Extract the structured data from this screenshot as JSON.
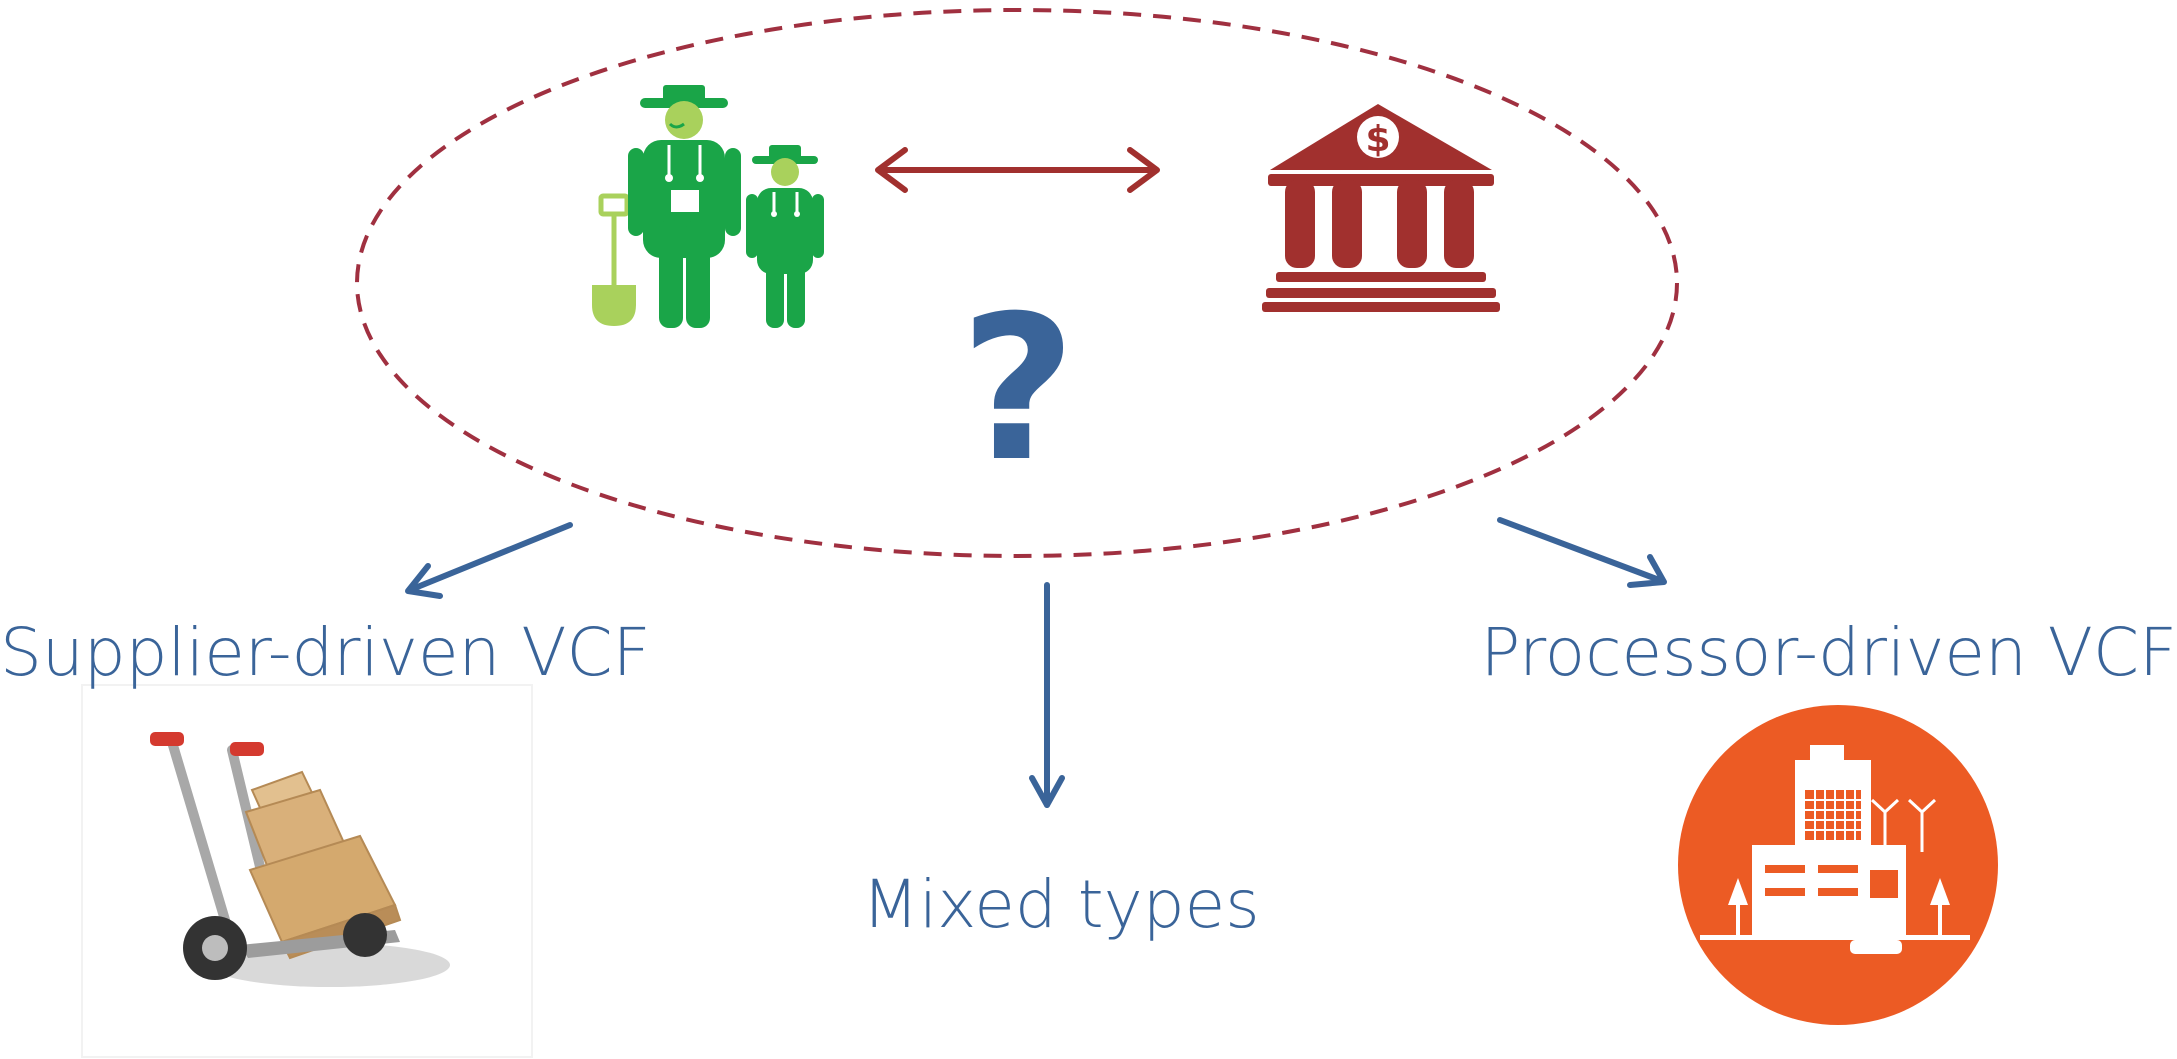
{
  "colors": {
    "accent_blue": "#3a6499",
    "dashed_red": "#a03040",
    "farmer_green": "#1aa548",
    "farmer_light": "#a9d15c",
    "bank_red": "#a1302e",
    "factory_orange": "#ec5b24",
    "box_tan": "#d9b07a"
  },
  "question_mark": "?",
  "labels": {
    "supplier": "Supplier-driven VCF",
    "mixed": "Mixed types",
    "processor": "Processor-driven VCF"
  },
  "icons": {
    "farmers": "farmers-icon",
    "bank": "bank-icon",
    "hand_truck": "hand-truck-boxes-icon",
    "factory": "factory-circle-icon"
  }
}
